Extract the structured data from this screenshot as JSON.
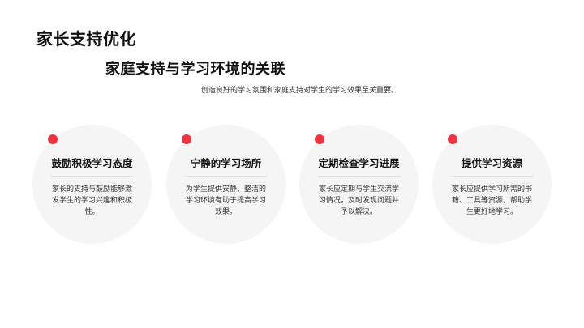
{
  "header": {
    "title": "家长支持优化",
    "section_title": "家庭支持与学习环境的关联",
    "subtitle": "创造良好的学习氛围和家庭支持对学生的学习效果至关重要。"
  },
  "colors": {
    "accent": "#ef3340",
    "card_background": "#f5f5f5",
    "divider": "#e2e2e2"
  },
  "cards": [
    {
      "title": "鼓励积极学习态度",
      "description": "家长的支持与鼓励能够激发学生的学习兴趣和积极性。"
    },
    {
      "title": "宁静的学习场所",
      "description": "为学生提供安静、整洁的学习环境有助于提高学习效果。"
    },
    {
      "title": "定期检查学习进展",
      "description": "家长应定期与学生交流学习情况，及时发现问题并予以解决。"
    },
    {
      "title": "提供学习资源",
      "description": "家长应提供学习所需的书籍、工具等资源，帮助学生更好地学习。"
    }
  ]
}
